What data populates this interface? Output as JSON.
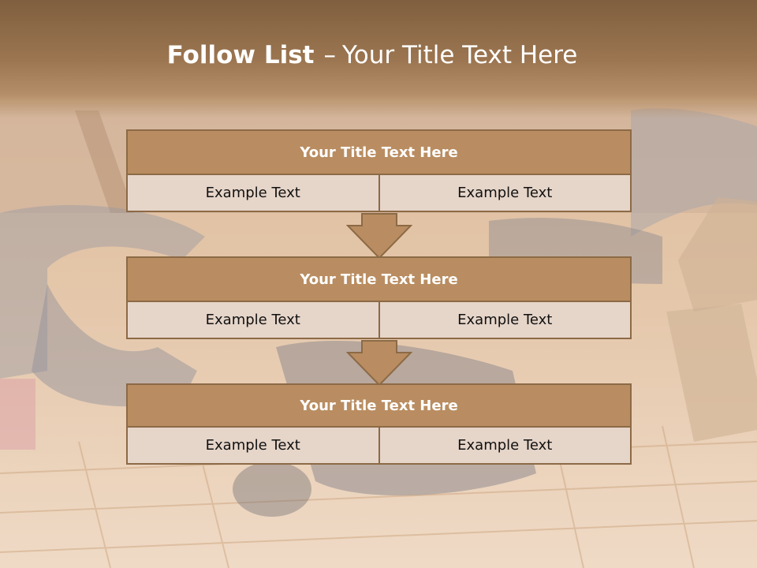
{
  "title": {
    "bold_part": "Follow List",
    "separator": "–",
    "regular_part": "Your Title Text Here"
  },
  "blocks": [
    {
      "header": "Your Title Text Here",
      "cells": [
        "Example Text",
        "Example Text"
      ]
    },
    {
      "header": "Your Title Text Here",
      "cells": [
        "Example Text",
        "Example Text"
      ]
    },
    {
      "header": "Your Title Text Here",
      "cells": [
        "Example Text",
        "Example Text"
      ]
    }
  ],
  "colors": {
    "header_fill": "#b98d61",
    "border": "#8c6a46",
    "cell_fill": "#e6d5c9",
    "title_band": "#8a6747",
    "arrow_fill": "#b98d61"
  }
}
